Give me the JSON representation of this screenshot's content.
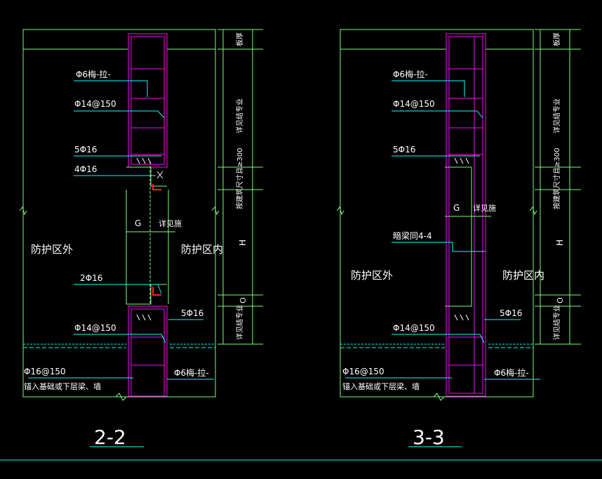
{
  "colors": {
    "wall": "#7CFC7C",
    "rebar": "#FF00FF",
    "leader": "#00FFFF",
    "text": "#FFFFFF",
    "dim": "#7CFC7C",
    "hook": "#FF2020",
    "bg": "#000000"
  },
  "left": {
    "title": "2-2",
    "label_rebar1": "Φ6梅-拉-",
    "label_rebar2": "Φ14@150",
    "label_rebar3": "5Φ16",
    "label_rebar4": "4Φ16",
    "label_rebar5": "2Φ16",
    "label_rebar6": "5Φ16",
    "label_rebar7": "Φ14@150",
    "label_rebar8": "Φ16@150",
    "label_rebar8b": "锚入基础或下层梁、墙",
    "label_rebar9": "Φ6梅-拉-",
    "zone_out": "防护区外",
    "zone_in": "防护区内",
    "dim_g": "G",
    "dim_detail": "详见施",
    "dim_top": "板厚",
    "dim_mid": "详见结专业",
    "dim_h": "H",
    "dim_pk": "按建筑尺寸且≥300",
    "dim_o": "O",
    "dim_bot": "详见结专业"
  },
  "right": {
    "title": "3-3",
    "label_rebar1": "Φ6梅-拉-",
    "label_rebar2": "Φ14@150",
    "label_rebar3": "5Φ16",
    "label_rebar4": "暗梁同4-4",
    "label_rebar5": "5Φ16",
    "label_rebar6": "Φ14@150",
    "label_rebar7": "Φ16@150",
    "label_rebar7b": "锚入基础或下层梁、墙",
    "label_rebar8": "Φ6梅-拉-",
    "zone_out": "防护区外",
    "zone_in": "防护区内",
    "dim_g": "G",
    "dim_detail": "详见施",
    "dim_top": "板厚",
    "dim_mid": "详见结专业",
    "dim_h": "H",
    "dim_pk": "按建筑尺寸且≥300",
    "dim_o": "O",
    "dim_bot": "详见结专业"
  }
}
